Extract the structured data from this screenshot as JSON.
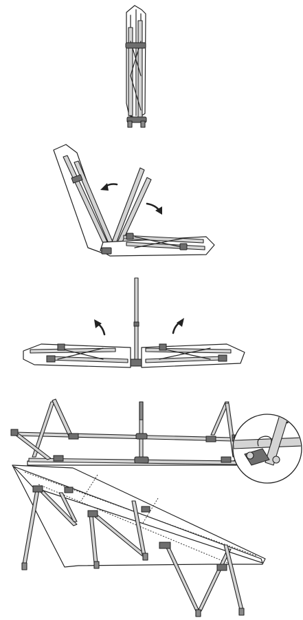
{
  "diagram": {
    "steps": [
      {
        "id": "step-1",
        "state": "folded-upright"
      },
      {
        "id": "step-2",
        "state": "unfolding-frame"
      },
      {
        "id": "step-3",
        "state": "raising-center-leg"
      },
      {
        "id": "step-4",
        "state": "frame-extended-with-detail-inset"
      },
      {
        "id": "step-5",
        "state": "assembled-cot"
      }
    ],
    "colors": {
      "line": "#222222",
      "tube": "#d4d4d4",
      "joint": "#6e6e6e",
      "background": "#ffffff"
    },
    "icons": [
      "curved-arrow-icon",
      "magnifier-detail-icon"
    ]
  }
}
